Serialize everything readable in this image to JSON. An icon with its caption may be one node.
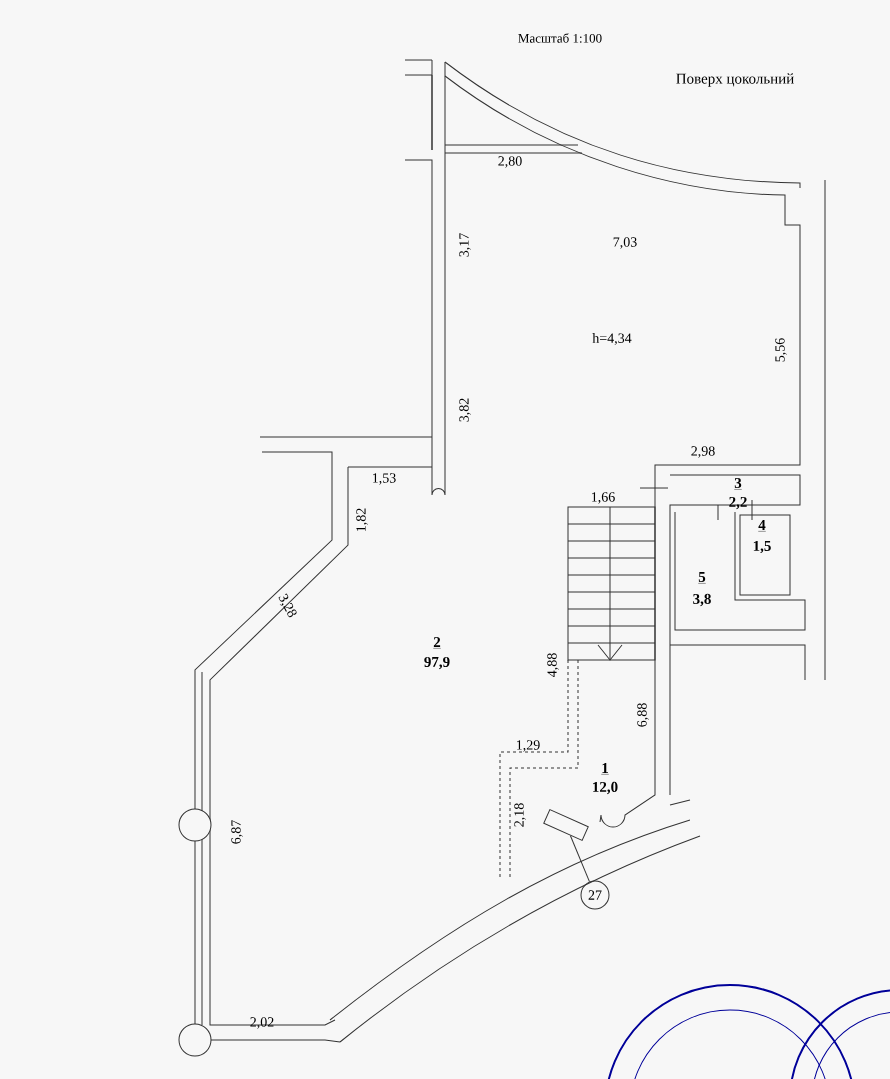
{
  "diagram": {
    "title": "Поверх цокольний",
    "nodes": [
      {
        "text": [
          "27"
        ]
      },
      {
        "text": [],
        "shape": "box"
      }
    ],
    "edges": [
      {
        "from": 0,
        "to": 1,
        "arrow": "none"
      }
    ],
    "labels": [
      "Масштаб 1:100",
      "2,80",
      "7,03",
      "3,17",
      "h=4,34",
      "5,56",
      "3,82",
      "2,98",
      "1,53",
      "3",
      "2,2",
      "1,66",
      "4",
      "1,5",
      "1,82",
      "5",
      "3,8",
      "3,28",
      "2",
      "97,9",
      "4,88",
      "6,88",
      "1,29",
      "1",
      "12,0",
      "2,18",
      "6,87",
      "2,02"
    ]
  }
}
